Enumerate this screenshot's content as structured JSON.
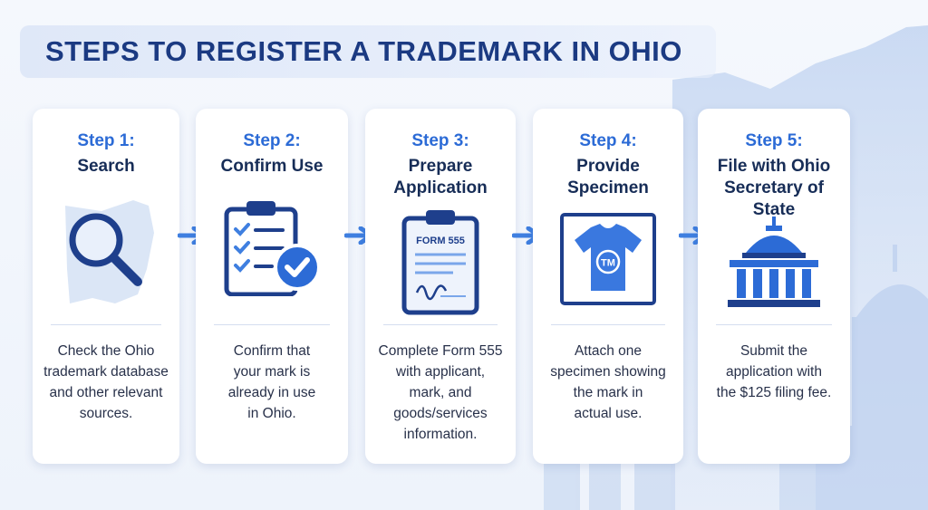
{
  "title": "STEPS TO REGISTER A TRADEMARK IN OHIO",
  "colors": {
    "accent": "#2c6bd6",
    "title": "#1b3a82",
    "dark_text": "#172d57",
    "navy": "#1e3f8c"
  },
  "steps": [
    {
      "number": "Step 1:",
      "title": "Search",
      "icon": "magnifier-over-ohio-icon",
      "description": "Check the Ohio\ntrademark database\nand other relevant\nsources."
    },
    {
      "number": "Step 2:",
      "title": "Confirm Use",
      "icon": "clipboard-checklist-icon",
      "description": "Confirm that\nyour mark is\nalready in use\nin Ohio."
    },
    {
      "number": "Step 3:",
      "title": "Prepare\nApplication",
      "icon": "form-clipboard-icon",
      "form_label": "FORM 555",
      "description": "Complete Form 555\nwith applicant,\nmark, and\ngoods/services\ninformation."
    },
    {
      "number": "Step 4:",
      "title": "Provide\nSpecimen",
      "icon": "tshirt-specimen-icon",
      "tm_label": "TM",
      "description": "Attach one\nspecimen showing\nthe mark in\nactual use."
    },
    {
      "number": "Step 5:",
      "title": "File with Ohio\nSecretary of State",
      "icon": "capitol-building-icon",
      "description": "Submit the\napplication with\nthe $125 filing fee."
    }
  ]
}
